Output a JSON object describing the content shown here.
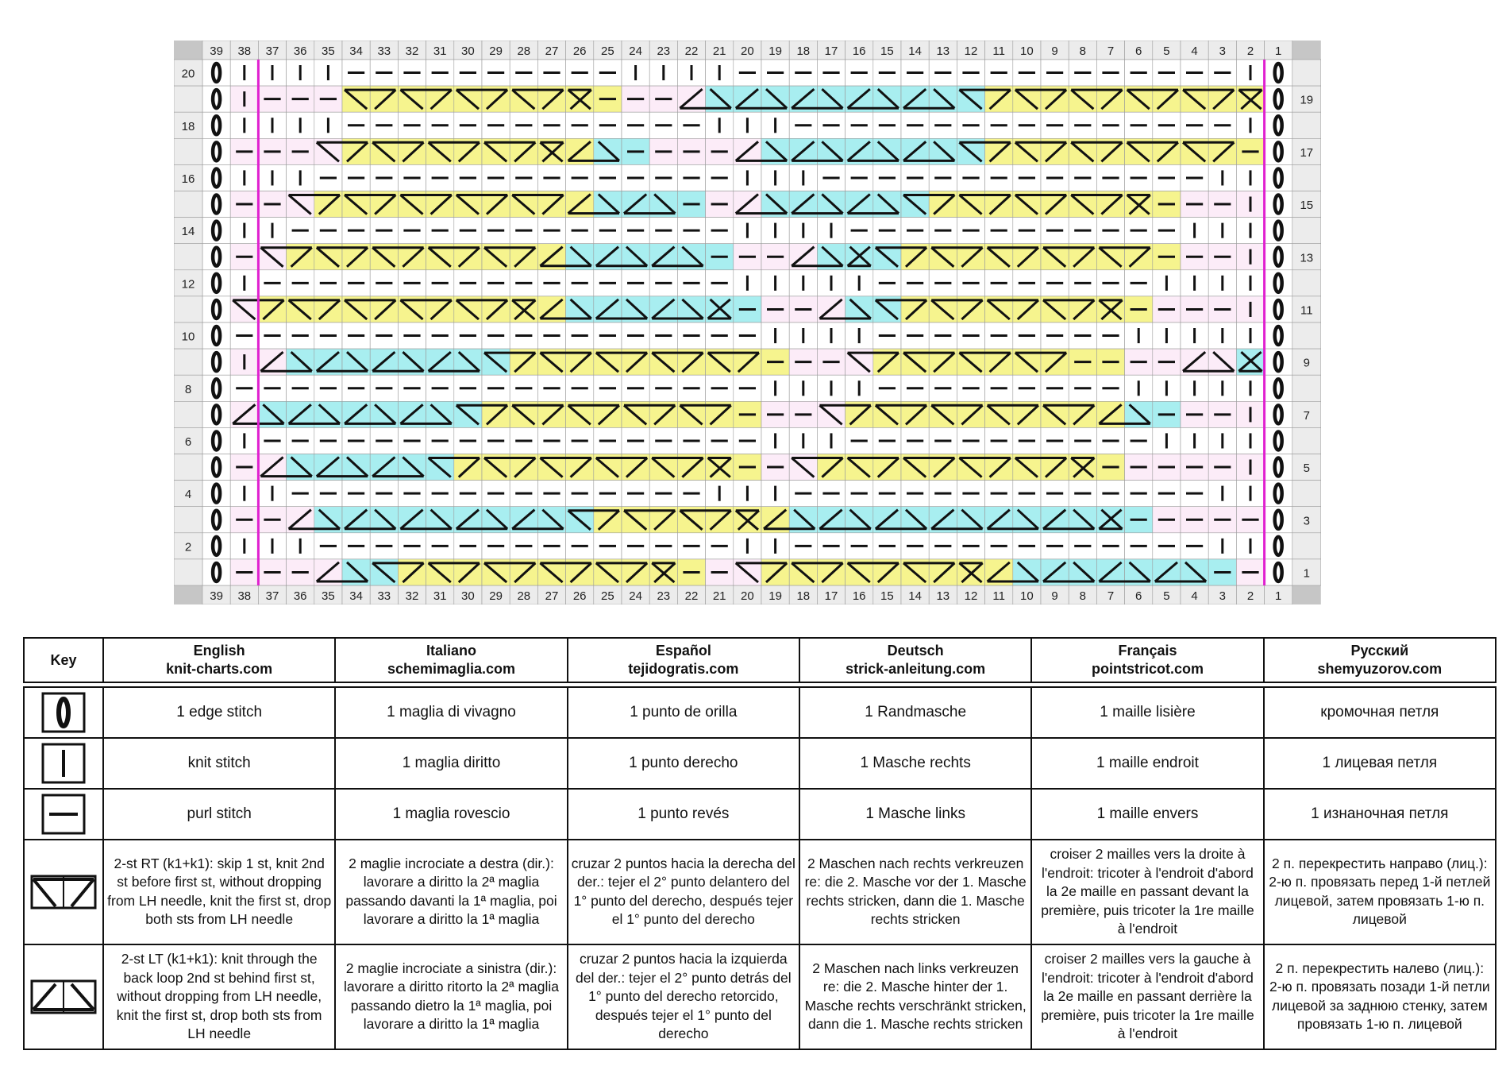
{
  "chart": {
    "columns": [
      "39",
      "38",
      "37",
      "36",
      "35",
      "34",
      "33",
      "32",
      "31",
      "30",
      "29",
      "28",
      "27",
      "26",
      "25",
      "24",
      "23",
      "22",
      "21",
      "20",
      "19",
      "18",
      "17",
      "16",
      "15",
      "14",
      "13",
      "12",
      "11",
      "10",
      "9",
      "8",
      "7",
      "6",
      "5",
      "4",
      "3",
      "2",
      "1"
    ],
    "left_row_numbers": [
      "20",
      "18",
      "16",
      "14",
      "12",
      "10",
      "8",
      "6",
      "4",
      "2"
    ],
    "right_row_numbers": [
      "19",
      "17",
      "15",
      "13",
      "11",
      "9",
      "7",
      "5",
      "3",
      "1"
    ],
    "colors": {
      "yellow": "#f6f48e",
      "blue": "#a8eef0",
      "pink": "#fcecf8",
      "gray": "#c6c6c6",
      "grid": "#9b9b9b",
      "border": "#e020d0"
    },
    "rows": [
      "OIIIIPPPPPPPPPPIIIIPPPPPPPPPPPPPPPPPPIO",
      "OIPPPRRRRRRRRRPPPLLLLLLLLLLRRRRRRRRRRRO",
      "OIIIIPPPPPPPPPPPPPIIIPPPPPPPPPPPPPPPPIO",
      "OPPPRRRRRRRRRLLPPPPLLLLLLLLRRRRRRRRRRPO",
      "OIIIPPPPPPPPPPPPPPPIIIPPPPPPPPPPPPPPIIO",
      "OPPRRRRRRRRRRLLLLPPLLLLLLRRRRRRRRRPPPIO",
      "OIIPPPPPPPPPPPPPPPPIIIIPPPPPPPPPPPPIIIO",
      "OPRRRRRRRRRRLLLLLLPPPLLLRRRRRRRRRRPPPIO",
      "OIPPPPPPPPPPPPPPPPPIIIIIPPPPPPPPPPIIIIO",
      "ORRRRRRRRRRRLLLLLLLPPPLLRRRRRRRRRPPPPIO",
      "OPPPPPPPPPPPPPPPPPPPIIIIPPPPPPPPPIIIIIO",
      "OILLLLLLLLRRRRRRRRRRPPPRRRRRRRRPPPPLLLO",
      "OPPPPPPPPPPPPPPPPPPPIIIIPPPPPPPPPIIIIIO",
      "OLLLLLLLLRRRRRRRRRRPPPRRRRRRRRRRLLPPPIO",
      "OIPPPPPPPPPPPPPPPPPPIIIPPPPPPPPPPPIIIIO",
      "OPLLLLLLRRRRRRRRRRRPPRRRRRRRRRRRPPPPPIO",
      "OIIPPPPPPPPPPPPPPPIIIPPPPPPPPPPPPPPPIIO",
      "OPPLLLLLLLLLLRRRRRRRLLLLLLLLLLLLLPPPPPO",
      "OIIIPPPPPPPPPPPPPPPIIPPPPPPPPPPPPPPPIIO",
      "OPPPLLRRRRRRRRRRRPPRRRRRRRRRLLLLLLLLPPO"
    ],
    "cable_colors": [
      "....................................",
      "....YYYYYYYYYY...BBBBBBBBBBYYYYYYYYYYY",
      "......................................",
      "....YYYYYYYYYBB....BBBBBBBBYYYYYYYYYY.",
      "......................................",
      "...YYYYYYYYYYBBBB..BBBBBBYYYYYYYYY....",
      "......................................",
      "..YYYYYYYYYYBBBBBB...BBBYYYYYYYYYY....",
      "......................................",
      ".YYYYYYYYYYYBBBBBBB...BBYYYYYYYYY.....",
      "......................................",
      "..BBBBBBBBYYYYYYYYYY...YYYYYYYYY....BB",
      "......................................",
      ".BBBBBBBBYYYYYYYYYY...YYYYYYYYYYBB....",
      "......................................",
      "..BBBBBBYYYYYYYYYYY..YYYYYYYYYYY......",
      "......................................",
      "...BBBBBBBBBBYYYYYYYBBBBBBBBBBBBB.....",
      "......................................",
      "....BBYYYYYYYYYYY..YYYYYYYYYBBBBBBBB.."
    ]
  },
  "key": {
    "header": {
      "key_label": "Key",
      "languages": [
        {
          "lang": "English",
          "site": "knit-charts.com"
        },
        {
          "lang": "Italiano",
          "site": "schemimaglia.com"
        },
        {
          "lang": "Español",
          "site": "tejidogratis.com"
        },
        {
          "lang": "Deutsch",
          "site": "strick-anleitung.com"
        },
        {
          "lang": "Français",
          "site": "pointstricot.com"
        },
        {
          "lang": "Русский",
          "site": "shemyuzorov.com"
        }
      ]
    },
    "rows": [
      {
        "symbol": "edge-stitch",
        "texts": [
          "1 edge stitch",
          "1 maglia di vivagno",
          "1 punto de orilla",
          "1 Randmasche",
          "1 maille lisière",
          "кромочная петля"
        ]
      },
      {
        "symbol": "knit-stitch",
        "texts": [
          "knit stitch",
          "1 maglia diritto",
          "1 punto derecho",
          "1 Masche rechts",
          "1 maille endroit",
          "1 лицевая петля"
        ]
      },
      {
        "symbol": "purl-stitch",
        "texts": [
          "purl stitch",
          "1 maglia rovescio",
          "1 punto revés",
          "1 Masche links",
          "1 maille envers",
          "1 изнаночная петля"
        ]
      },
      {
        "symbol": "right-twist",
        "texts": [
          "2-st RT (k1+k1): skip 1 st, knit 2nd st before first st, without dropping from LH needle, knit the first st, drop both sts from LH needle",
          "2 maglie incrociate a destra (dir.): lavorare a diritto la 2ª maglia passando davanti la 1ª maglia, poi lavorare a diritto la 1ª maglia",
          "cruzar 2 puntos hacia la derecha del der.: tejer el 2° punto delantero del 1° punto del derecho, después tejer el 1° punto del derecho",
          "2 Maschen nach rechts verkreuzen re: die 2. Masche vor der 1. Masche rechts stricken, dann die 1. Masche rechts stricken",
          "croiser 2 mailles vers la droite à l'endroit: tricoter à l'endroit d'abord la 2e maille en passant devant la première, puis tricoter la 1re maille à l'endroit",
          "2 п. перекрестить направо (лиц.): 2-ю п. провязать перед 1-й петлей лицевой, затем провязать 1-ю п. лицевой"
        ]
      },
      {
        "symbol": "left-twist",
        "texts": [
          "2-st LT (k1+k1): knit through the back loop 2nd st behind first st, without dropping from LH needle, knit the first st, drop both sts from LH needle",
          "2 maglie incrociate a sinistra (dir.): lavorare a diritto ritorto la 2ª maglia passando dietro la 1ª maglia, poi lavorare a diritto la 1ª maglia",
          "cruzar 2 puntos hacia la izquierda del der.: tejer el 2° punto detrás del 1° punto del derecho retorcido, después tejer el 1° punto del derecho",
          "2 Maschen nach links verkreuzen re: die 2. Masche hinter der 1. Masche rechts verschränkt stricken, dann die 1. Masche rechts stricken",
          "croiser 2 mailles vers la gauche à l'endroit: tricoter à l'endroit d'abord la 2e maille en passant derrière la première, puis tricoter la 1re maille à l'endroit",
          "2 п. перекрестить налево (лиц.): 2-ю п. провязать позади 1-й петли лицевой за заднюю стенку, затем провязать 1-ю п. лицевой"
        ]
      }
    ]
  }
}
